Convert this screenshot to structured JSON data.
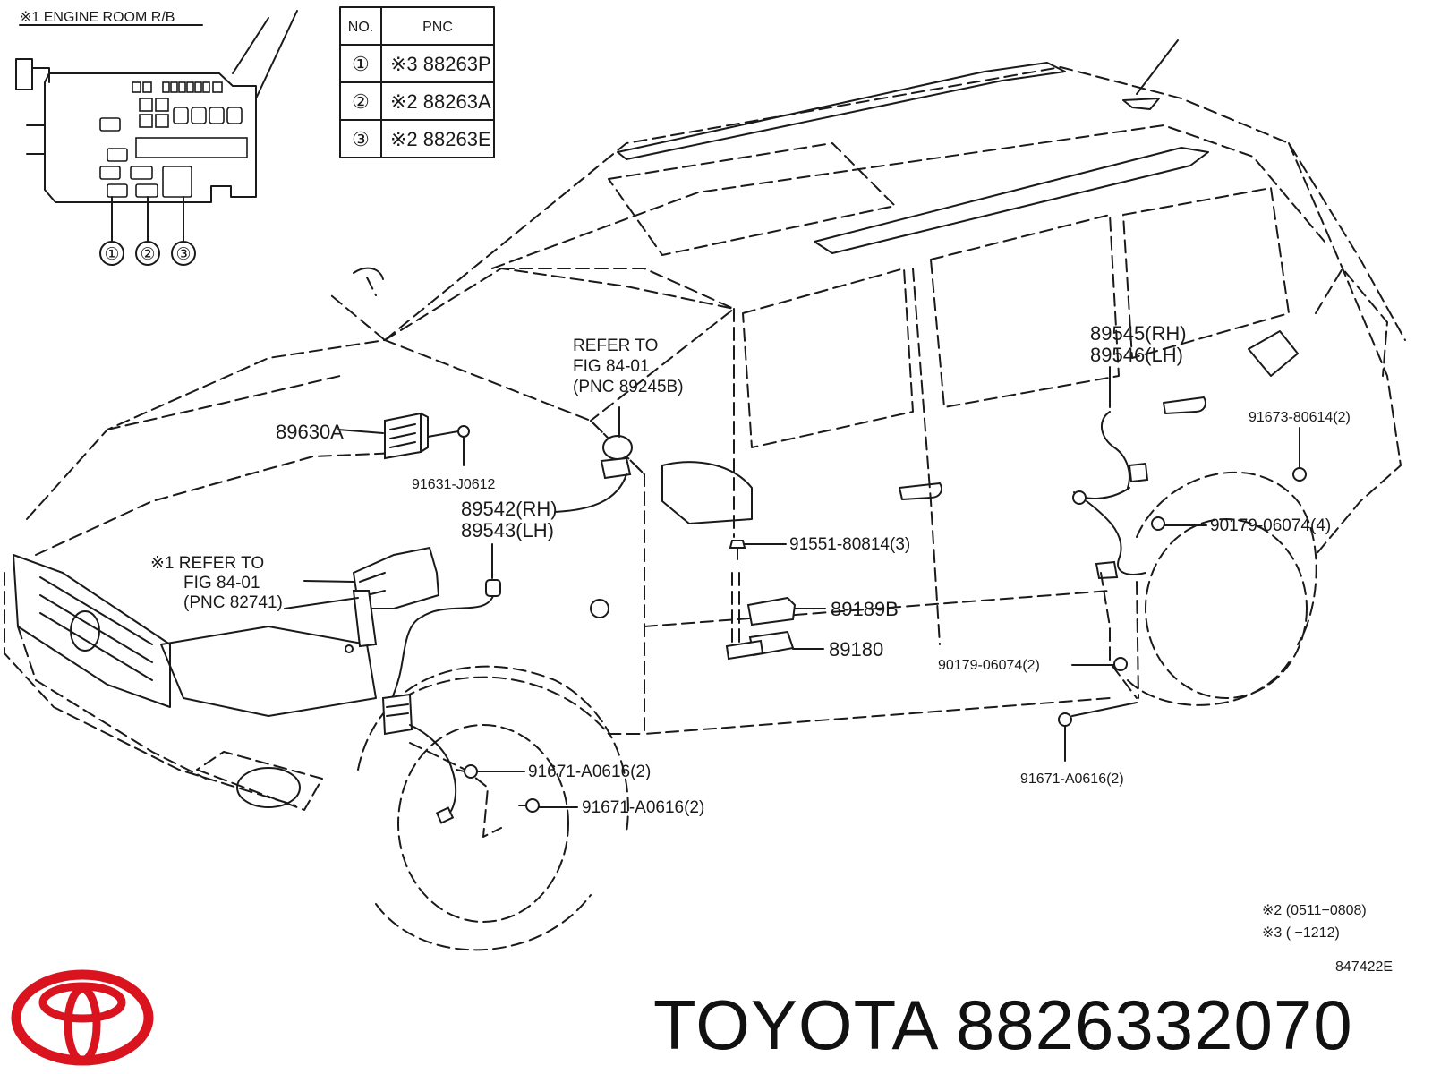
{
  "engine_room_title": "※1 ENGINE ROOM R/B",
  "table": {
    "headers": [
      "NO.",
      "PNC"
    ],
    "rows": [
      {
        "no": "①",
        "pnc": "※3 88263P"
      },
      {
        "no": "②",
        "pnc": "※2 88263A"
      },
      {
        "no": "③",
        "pnc": "※2 88263E"
      }
    ]
  },
  "relay_box_callouts": [
    "①",
    "②",
    "③"
  ],
  "refer_to_top": [
    "REFER TO",
    "FIG 84-01",
    "(PNC 89245B)"
  ],
  "refer_to_left": [
    "※1 REFER TO",
    "FIG 84-01",
    "(PNC 82741)"
  ],
  "parts": {
    "p89630a": "89630A",
    "p91631": "91631-J0612",
    "p89542": "89542(RH)",
    "p89543": "89543(LH)",
    "p89545": "89545(RH)",
    "p89546": "89546(LH)",
    "p91673": "91673-80614(2)",
    "p91551": "91551-80814(3)",
    "p90179_4": "90179-06074(4)",
    "p89189b": "89189B",
    "p89180": "89180",
    "p90179_2": "90179-06074(2)",
    "p91671_a": "91671-A0616(2)",
    "p91671_b": "91671-A0616(2)",
    "p91671_c": "91671-A0616(2)"
  },
  "notes": {
    "note2": "※2 (0511−0808)",
    "note3": "※3 (        −1212)",
    "fig_code": "847422E"
  },
  "footer": {
    "title": "TOYOTA 8826332070",
    "logo": "toyota-logo"
  }
}
